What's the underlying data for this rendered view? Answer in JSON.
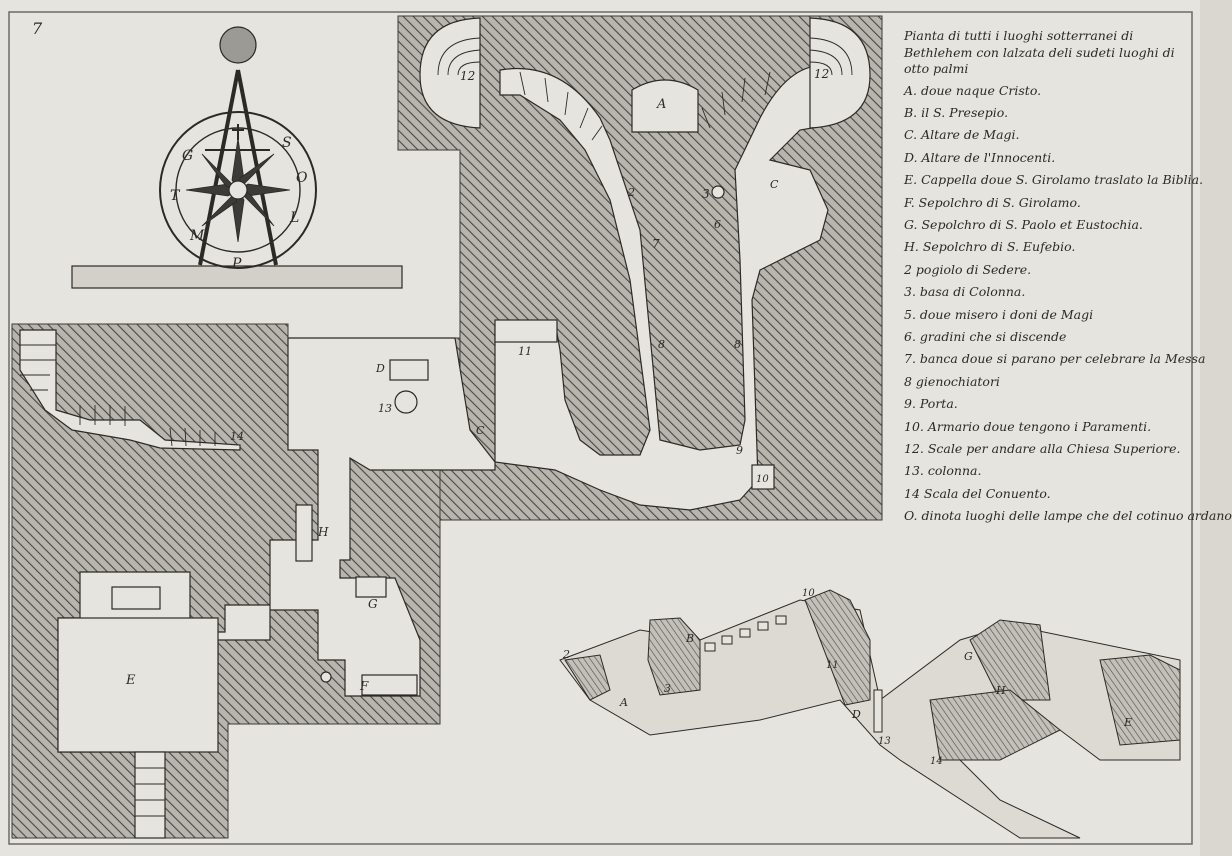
{
  "page_number": "7",
  "legend": {
    "title": "Pianta di tutti i luoghi sotterranei di Bethlehem con lalzata deli sudeti luoghi di otto palmi",
    "items": [
      "A. doue naque Cristo.",
      "B. il S. Presepio.",
      "C. Altare de Magi.",
      "D. Altare de l'Innocenti.",
      "E. Cappella doue S. Girolamo traslato la Biblia.",
      "F. Sepolchro di S. Girolamo.",
      "G. Sepolchro di S. Paolo et Eustochia.",
      "H. Sepolchro di S. Eufebio.",
      "2 pogiolo di Sedere.",
      "3. basa di Colonna.",
      "5. doue misero i doni de Magi",
      "6. gradini che si discende",
      "7. banca doue si parano per celebrare la Messa",
      "8 gienochiatori",
      "9. Porta.",
      "10. Armario doue tengono i Paramenti.",
      "12. Scale per andare alla Chiesa Superiore.",
      "13. colonna.",
      "14 Scala del Conuento.",
      "O. dinota luoghi delle lampe che del cotinuo ardano"
    ]
  },
  "compass": {
    "letters": [
      "S",
      "O",
      "L",
      "P",
      "M",
      "T",
      "G"
    ]
  },
  "plan_labels": {
    "A": "A",
    "C": "C",
    "C2": "C",
    "D": "D",
    "E": "E",
    "F": "F",
    "G": "G",
    "H": "H",
    "n2": "2",
    "n3": "3",
    "n6": "6",
    "n7": "7",
    "n8a": "8",
    "n8b": "8",
    "n9": "9",
    "n10": "10",
    "n11": "11",
    "n12a": "12",
    "n12b": "12",
    "n13": "13",
    "n14": "14"
  },
  "elevation_labels": {
    "n2": "2",
    "A": "A",
    "B": "B",
    "n3": "3",
    "n10": "10",
    "n11": "11",
    "D": "D",
    "n13": "13",
    "n14": "14",
    "G": "G",
    "H": "H",
    "E": "E"
  },
  "colors": {
    "paper": "#e6e4de",
    "ink": "#2b2a27",
    "hatch_bg": "#b3b1aa"
  }
}
